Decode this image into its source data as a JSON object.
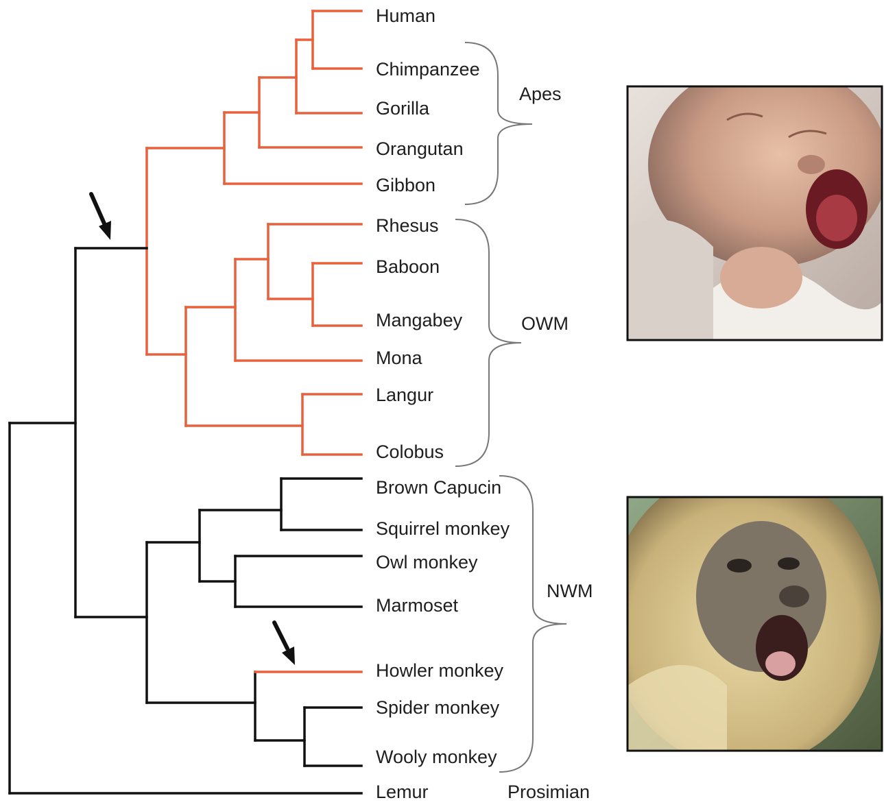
{
  "taxa": {
    "human": "Human",
    "chimpanzee": "Chimpanzee",
    "gorilla": "Gorilla",
    "orangutan": "Orangutan",
    "gibbon": "Gibbon",
    "rhesus": "Rhesus",
    "baboon": "Baboon",
    "mangabey": "Mangabey",
    "mona": "Mona",
    "langur": "Langur",
    "colobus": "Colobus",
    "brown_capucin": "Brown Capucin",
    "squirrel_monkey": "Squirrel monkey",
    "owl_monkey": "Owl monkey",
    "marmoset": "Marmoset",
    "howler_monkey": "Howler monkey",
    "spider_monkey": "Spider monkey",
    "wooly_monkey": "Wooly monkey",
    "lemur": "Lemur"
  },
  "groups": {
    "apes": "Apes",
    "owm": "OWM",
    "nwm": "NWM",
    "prosimian": "Prosimian"
  },
  "colors": {
    "highlight_branch": "#e8603c",
    "default_branch": "#111111",
    "brace": "#777777"
  },
  "photos": [
    {
      "subject": "crying-human-baby"
    },
    {
      "subject": "howler-monkey-howling"
    }
  ],
  "icons": [
    "arrow-marker-icon"
  ]
}
